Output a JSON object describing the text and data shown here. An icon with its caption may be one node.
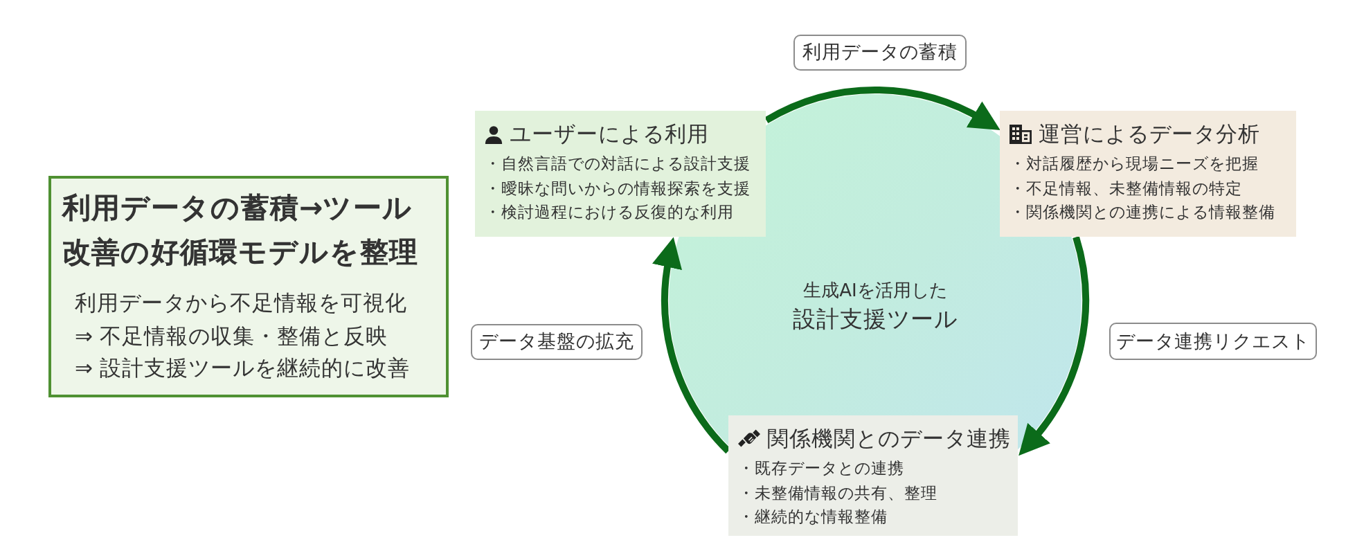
{
  "diagram": {
    "nodes": [
      {
        "text": [
          "利用データの蓄積→ツール改善の好循環モデルを整理",
          "利用データから不足情報を可視化",
          "⇒ 不足情報の収集・整備と反映",
          "⇒ 設計支援ツールを継続的に改善"
        ]
      },
      {
        "text": [
          "ユーザーによる利用",
          "・自然言語での対話による設計支援",
          "・曖昧な問いからの情報探索を支援",
          "・検討過程における反復的な利用"
        ]
      },
      {
        "text": [
          "運営によるデータ分析",
          "・対話履歴から現場ニーズを把握",
          "・不足情報、未整備情報の特定",
          "・関係機関との連携による情報整備"
        ]
      },
      {
        "text": [
          "生成AIを活用した",
          "設計支援ツール"
        ]
      },
      {
        "text": [
          "関係機関とのデータ連携",
          "・既存データとの連携",
          "・未整備情報の共有、整理",
          "・継続的な情報整備"
        ]
      }
    ],
    "edges": [
      {
        "from": 1,
        "to": 2,
        "arrow": "to",
        "label": "利用データの蓄積"
      },
      {
        "from": 2,
        "to": 4,
        "arrow": "to",
        "label": "データ連携リクエスト"
      },
      {
        "from": 4,
        "to": 1,
        "arrow": "to",
        "label": "データ基盤の拡充"
      }
    ]
  }
}
